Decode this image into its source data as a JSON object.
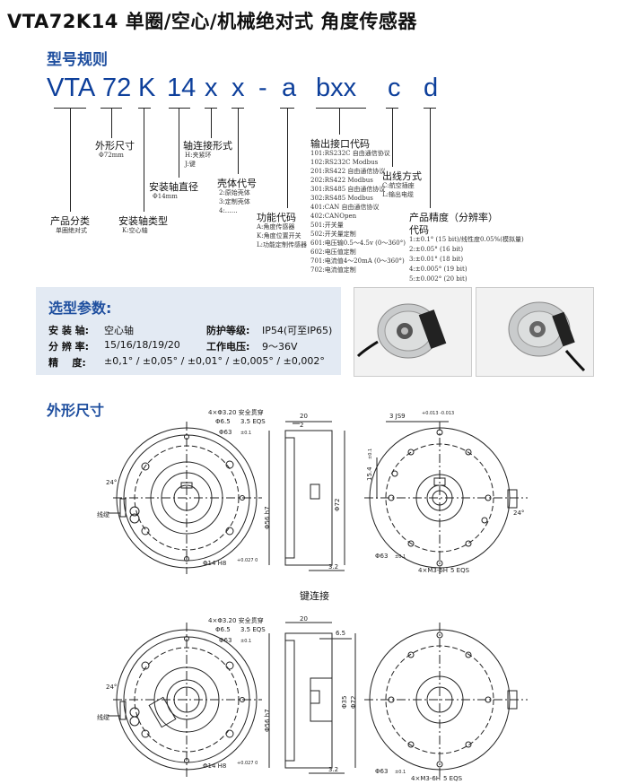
{
  "title": "VTA72K14 单圈/空心/机械绝对式 角度传感器",
  "model_section": {
    "heading": "型号规则",
    "parts": [
      "VTA",
      "72",
      "K",
      "14",
      "x",
      "x",
      "-",
      "a",
      "bxx",
      "c",
      "d"
    ],
    "labels": {
      "product_class": "产品分类",
      "product_class_sub": "单圈绝对式",
      "outer_size": "外形尺寸",
      "outer_size_sub": "Φ72mm",
      "mount_type": "安装轴类型",
      "mount_type_sub": "K:空心轴",
      "mount_dia": "安装轴直径",
      "mount_dia_sub": "Φ14mm",
      "shaft_conn": "轴连接形式",
      "shaft_conn_sub": [
        "H:夹紧环",
        "J:键"
      ],
      "housing": "壳体代号",
      "housing_sub": [
        "2:原始壳体",
        "3:定制壳体",
        "4:……"
      ],
      "function": "功能代码",
      "function_sub": [
        "A:角度传感器",
        "K:角度位置开关",
        "L:功能定制传感器"
      ],
      "output_if": "输出接口代码",
      "output_if_sub": [
        "101:RS232C 自由通信协议",
        "102:RS232C Modbus",
        "201:RS422 自由通信协议",
        "202:RS422 Modbus",
        "301:RS485 自由通信协议",
        "302:RS485 Modbus",
        "401:CAN 自由通信协议",
        "402:CANOpen",
        "501:开关量",
        "502:开关量定制",
        "601:电压输0.5～4.5v (0～360°)",
        "602:电压值定制",
        "701:电流值4～20mA (0～360°)",
        "702:电流值定制"
      ],
      "wiring": "出线方式",
      "wiring_sub": [
        "C:航空插座",
        "L:输出电缆"
      ],
      "precision": "产品精度（分辨率）",
      "precision_code": "代码",
      "precision_sub": [
        "1:±0.1° (15 bit)/线性度0.05%(模拟量)",
        "2:±0.05° (16 bit)",
        "3:±0.01° (18 bit)",
        "4:±0.005° (19 bit)",
        "5:±0.002° (20 bit)"
      ]
    }
  },
  "params": {
    "heading": "选型参数:",
    "rows": [
      {
        "k1": "安 装 轴:",
        "v1": "空心轴",
        "k2": "防护等级:",
        "v2": "IP54(可至IP65)"
      },
      {
        "k1": "分 辨 率:",
        "v1": "15/16/18/19/20",
        "k2": "工作电压:",
        "v2": "9～36V"
      },
      {
        "k1": "精    度:",
        "v1": "±0,1° / ±0,05° / ±0,01° / ±0,005° / ±0,002°",
        "k2": "",
        "v2": ""
      }
    ]
  },
  "dimensions": {
    "heading": "外形尺寸",
    "caption": "键连接",
    "top": {
      "holes": "4×Φ3.20 安全贯穿",
      "holes2": "Φ6.5",
      "holes2_depth": "3.5 EQS",
      "pcd": "Φ63",
      "pcd_tol": "±0.1",
      "angle": "24°",
      "cable": "线缆",
      "bore": "Φ14 H8",
      "bore_tol": "+0.027 0",
      "side_w": "20",
      "side_w2": "2",
      "side_d1": "Φ56 h7",
      "side_d2": "Φ72",
      "side_h": "3.2",
      "key_w": "3 JS9",
      "key_tol": "+0.013 -0.013",
      "key_h": "15.4",
      "key_h_tol": "±0.1",
      "rear_pcd": "Φ63",
      "rear_pcd_tol": "±0.1",
      "rear_angle": "24°",
      "rear_holes": "4×M3-6H",
      "rear_holes2": "5 EQS"
    },
    "bottom": {
      "holes": "4×Φ3.20 安全贯穿",
      "holes2": "Φ6.5",
      "holes2_depth": "3.5 EQS",
      "pcd": "Φ63",
      "pcd_tol": "±0.1",
      "angle": "24°",
      "cable": "线缆",
      "bore": "Φ14 H8",
      "bore_tol": "+0.027 0",
      "side_w": "20",
      "side_w2": "6.5",
      "side_d1": "Φ56 h7",
      "side_d2": "Φ35",
      "side_d3": "Φ72",
      "side_h": "3.2",
      "rear_pcd": "Φ63",
      "rear_pcd_tol": "±0.1",
      "rear_holes": "4×M3-6H",
      "rear_holes2": "5 EQS"
    }
  },
  "colors": {
    "accent": "#1f4f9f",
    "model": "#0d3f9b",
    "panel": "#e3eaf3"
  }
}
